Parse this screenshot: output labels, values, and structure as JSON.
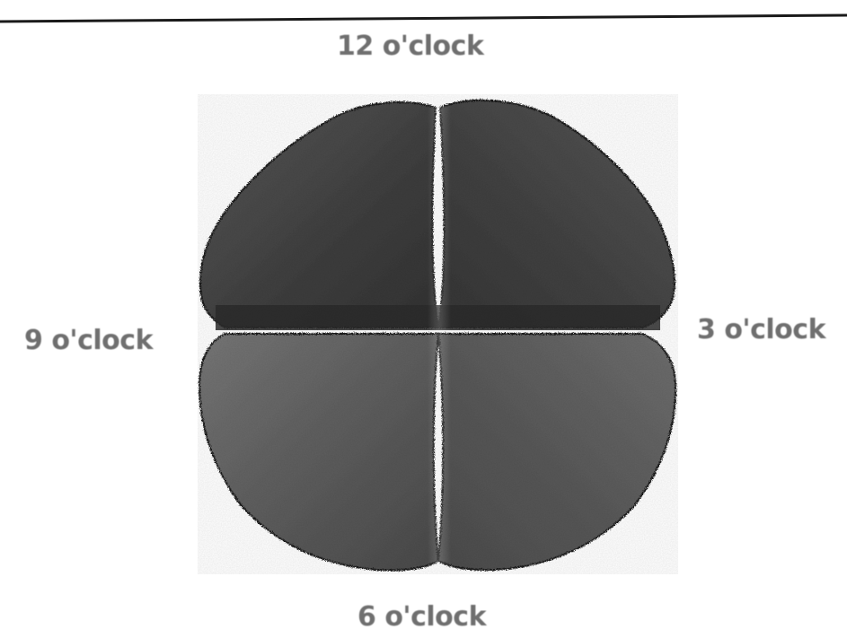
{
  "labels": {
    "twelve": "12 o'clock",
    "nine": "9 o'clock",
    "three": "3 o'clock",
    "six": "6 o'clock"
  },
  "colors": {
    "top_rule": "#1a1a1a",
    "label_text": "#6f6f6f",
    "upper_lobe_dark": "#3a3a3a",
    "upper_lobe_mid": "#555555",
    "lower_lobe_mid": "#6a6a6a",
    "lower_lobe_dark": "#4a4a4a",
    "equator_band": "#2b2b2b",
    "outline": "#1e1e1e"
  }
}
